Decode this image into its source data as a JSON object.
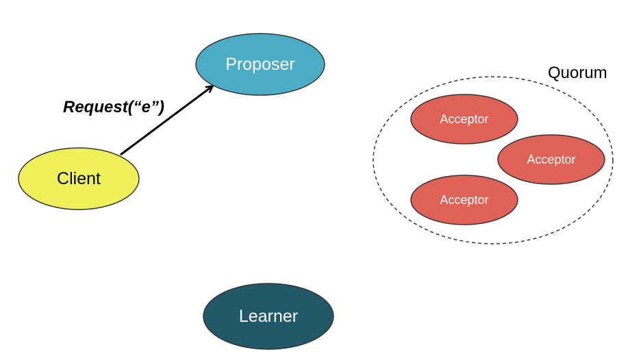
{
  "nodes": {
    "proposer": {
      "label": "Proposer",
      "fill": "#4bacc6",
      "text_color": "#ffffff"
    },
    "client": {
      "label": "Client",
      "fill": "#f0f05a",
      "text_color": "#000000"
    },
    "learner": {
      "label": "Learner",
      "fill": "#215968",
      "text_color": "#ffffff"
    },
    "acceptors": [
      {
        "label": "Acceptor",
        "fill": "#e06155",
        "text_color": "#ffffff"
      },
      {
        "label": "Acceptor",
        "fill": "#e06155",
        "text_color": "#ffffff"
      },
      {
        "label": "Acceptor",
        "fill": "#e06155",
        "text_color": "#ffffff"
      }
    ]
  },
  "quorum": {
    "label": "Quorum"
  },
  "edges": [
    {
      "from": "client",
      "to": "proposer",
      "label": "Request(“e”)"
    }
  ]
}
